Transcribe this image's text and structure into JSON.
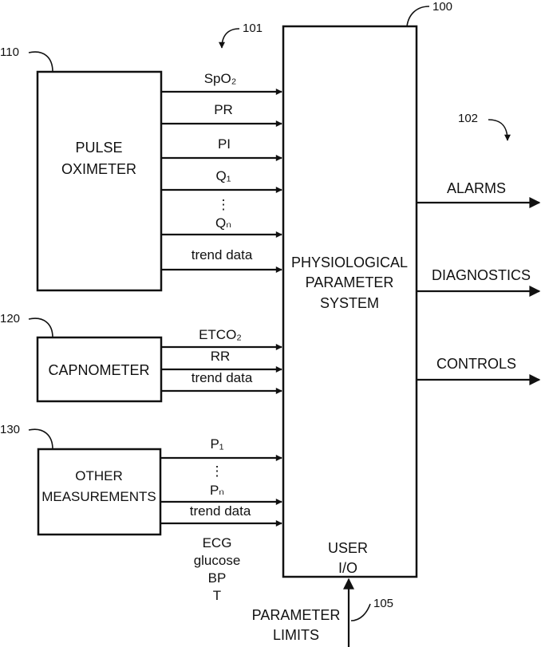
{
  "refs": {
    "system": "100",
    "inputs": "101",
    "outputs": "102",
    "user_input": "105",
    "pulse_oximeter": "110",
    "capnometer": "120",
    "other": "130"
  },
  "blocks": {
    "system": [
      "PHYSIOLOGICAL",
      "PARAMETER",
      "SYSTEM"
    ],
    "user_io": [
      "USER",
      "I/O"
    ],
    "pulse_oximeter": [
      "PULSE",
      "OXIMETER"
    ],
    "capnometer": [
      "CAPNOMETER"
    ],
    "other": [
      "OTHER",
      "MEASUREMENTS"
    ]
  },
  "signals": {
    "pulse_oximeter": [
      "SpO₂",
      "PR",
      "PI",
      "Q₁",
      "⋮",
      "Qₙ",
      "trend data"
    ],
    "capnometer": [
      "ETCO₂",
      "RR",
      "trend data"
    ],
    "other": [
      "P₁",
      "⋮",
      "Pₙ",
      "trend data"
    ],
    "other_list": [
      "ECG",
      "glucose",
      "BP",
      "T"
    ]
  },
  "outputs": [
    "ALARMS",
    "DIAGNOSTICS",
    "CONTROLS"
  ],
  "user_input": [
    "PARAMETER",
    "LIMITS"
  ]
}
